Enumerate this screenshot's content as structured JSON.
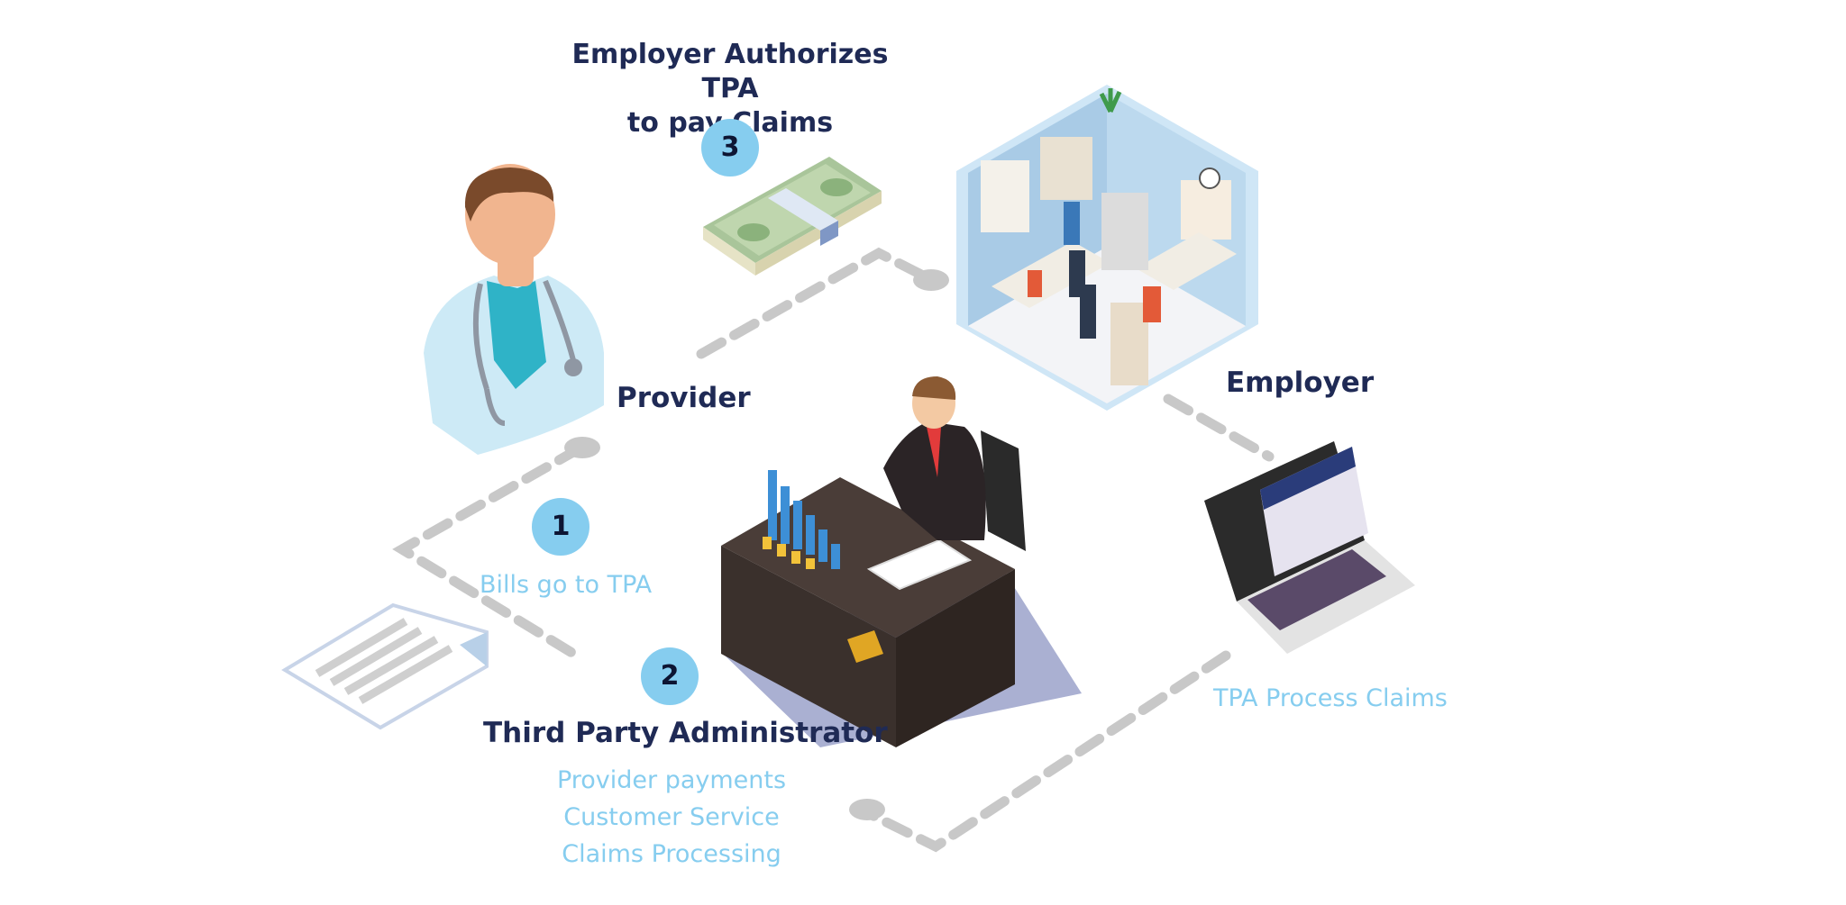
{
  "steps": [
    {
      "number": "1",
      "title": "Bills go to TPA"
    },
    {
      "number": "2",
      "title": "Third Party Administrator",
      "items": [
        "Provider payments",
        "Customer Service",
        "Claims Processing"
      ]
    },
    {
      "number": "3",
      "title": "Employer Authorizes TPA\nto pay Claims"
    }
  ],
  "nodes": {
    "provider": "Provider",
    "employer": "Employer",
    "tpa_process": "TPA Process Claims"
  },
  "colors": {
    "heading": "#1f2a55",
    "subtext": "#86cdef",
    "badge": "#86cdef",
    "connector": "#c8c8c8"
  },
  "icons": [
    "doctor-illustration",
    "cash-stack-icon",
    "office-illustration",
    "tpa-businessman-illustration",
    "laptop-icon",
    "document-icon"
  ]
}
